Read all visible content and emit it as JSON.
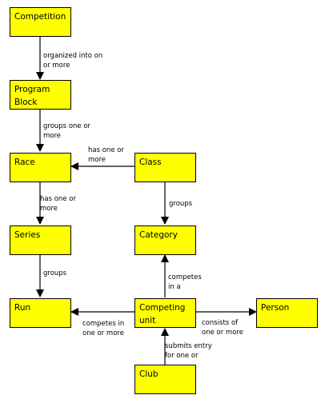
{
  "nodes": {
    "competition": "Competition",
    "program_block": "Program\nBlock",
    "race": "Race",
    "class": "Class",
    "series": "Series",
    "category": "Category",
    "run": "Run",
    "competing_unit": "Competing\nunit",
    "person": "Person",
    "club": "Club"
  },
  "relations": {
    "competition_program_block": "organized into on\nor more",
    "program_block_race": "groups one or\nmore",
    "class_race": "has one or\nmore",
    "race_series": "has one or\nmore",
    "class_category": "groups",
    "series_run": "groups",
    "competing_unit_category": "competes\nin a",
    "competing_unit_run": "competes in\none or more",
    "competing_unit_person": "consists of\none or more",
    "club_competing_unit": "submits entry\nfor one or"
  },
  "colors": {
    "node_fill": "#ffff00",
    "line": "#000000"
  }
}
